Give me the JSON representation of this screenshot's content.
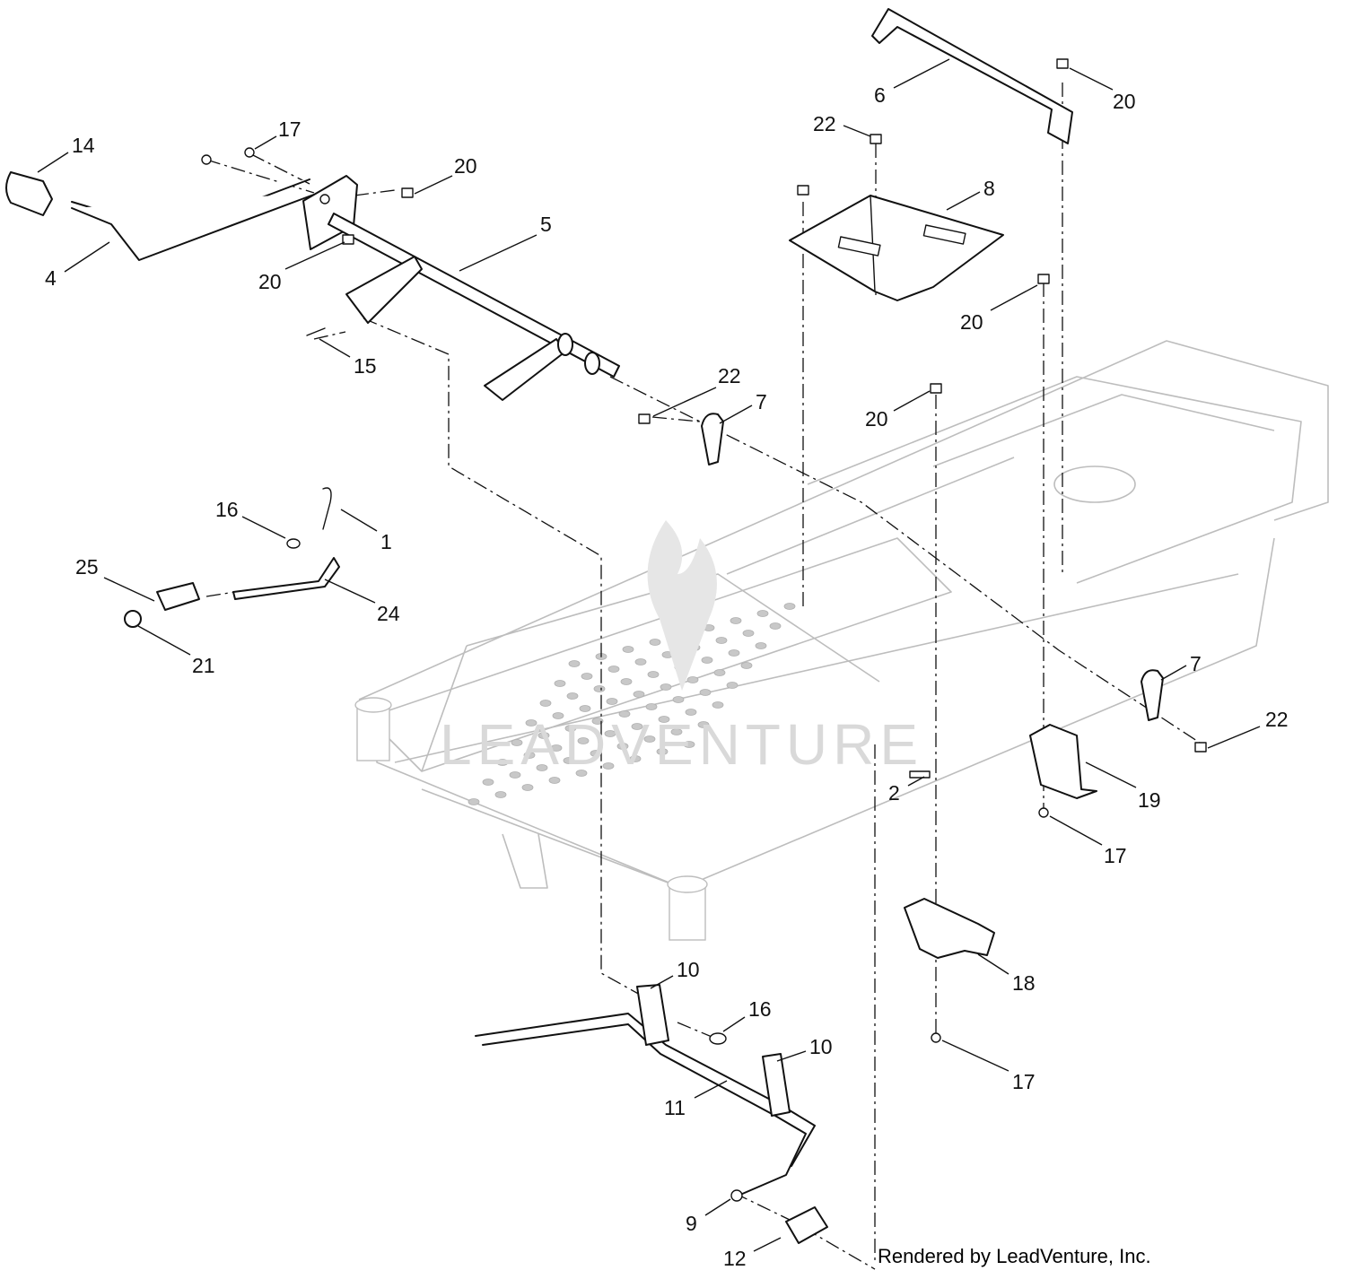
{
  "callouts": [
    {
      "id": "c1",
      "label": "1"
    },
    {
      "id": "c2",
      "label": "2"
    },
    {
      "id": "c4",
      "label": "4"
    },
    {
      "id": "c5",
      "label": "5"
    },
    {
      "id": "c6",
      "label": "6"
    },
    {
      "id": "c7a",
      "label": "7"
    },
    {
      "id": "c7b",
      "label": "7"
    },
    {
      "id": "c8",
      "label": "8"
    },
    {
      "id": "c9",
      "label": "9"
    },
    {
      "id": "c10a",
      "label": "10"
    },
    {
      "id": "c10b",
      "label": "10"
    },
    {
      "id": "c11",
      "label": "11"
    },
    {
      "id": "c12",
      "label": "12"
    },
    {
      "id": "c14",
      "label": "14"
    },
    {
      "id": "c15",
      "label": "15"
    },
    {
      "id": "c16a",
      "label": "16"
    },
    {
      "id": "c16b",
      "label": "16"
    },
    {
      "id": "c17a",
      "label": "17"
    },
    {
      "id": "c17b",
      "label": "17"
    },
    {
      "id": "c17c",
      "label": "17"
    },
    {
      "id": "c18",
      "label": "18"
    },
    {
      "id": "c19",
      "label": "19"
    },
    {
      "id": "c20a",
      "label": "20"
    },
    {
      "id": "c20b",
      "label": "20"
    },
    {
      "id": "c20c",
      "label": "20"
    },
    {
      "id": "c20d",
      "label": "20"
    },
    {
      "id": "c20e",
      "label": "20"
    },
    {
      "id": "c21",
      "label": "21"
    },
    {
      "id": "c22a",
      "label": "22"
    },
    {
      "id": "c22b",
      "label": "22"
    },
    {
      "id": "c22c",
      "label": "22"
    },
    {
      "id": "c24",
      "label": "24"
    },
    {
      "id": "c25",
      "label": "25"
    }
  ],
  "watermark": "LEADVENTURE",
  "footer": "Rendered by LeadVenture, Inc."
}
